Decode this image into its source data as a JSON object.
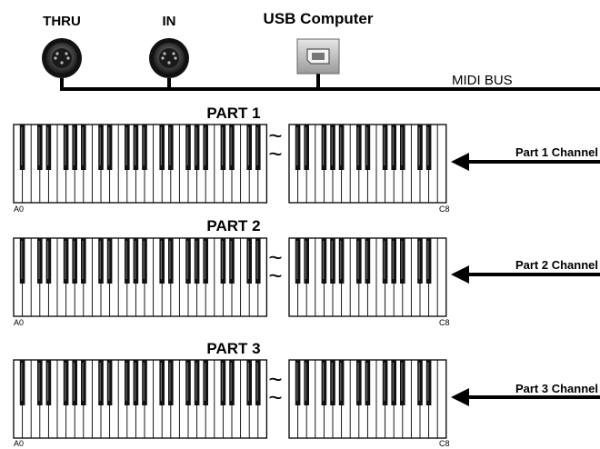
{
  "ports": {
    "thru": "THRU",
    "in": "IN",
    "usb": "USB Computer"
  },
  "bus_label": "MIDI BUS",
  "parts": [
    {
      "title": "PART 1",
      "channel": "Part 1 Channel",
      "low_note": "A0",
      "high_note": "C8"
    },
    {
      "title": "PART 2",
      "channel": "Part 2 Channel",
      "low_note": "A0",
      "high_note": "C8"
    },
    {
      "title": "PART 3",
      "channel": "Part 3 Channel",
      "low_note": "A0",
      "high_note": "C8"
    }
  ],
  "break_symbol": "~"
}
